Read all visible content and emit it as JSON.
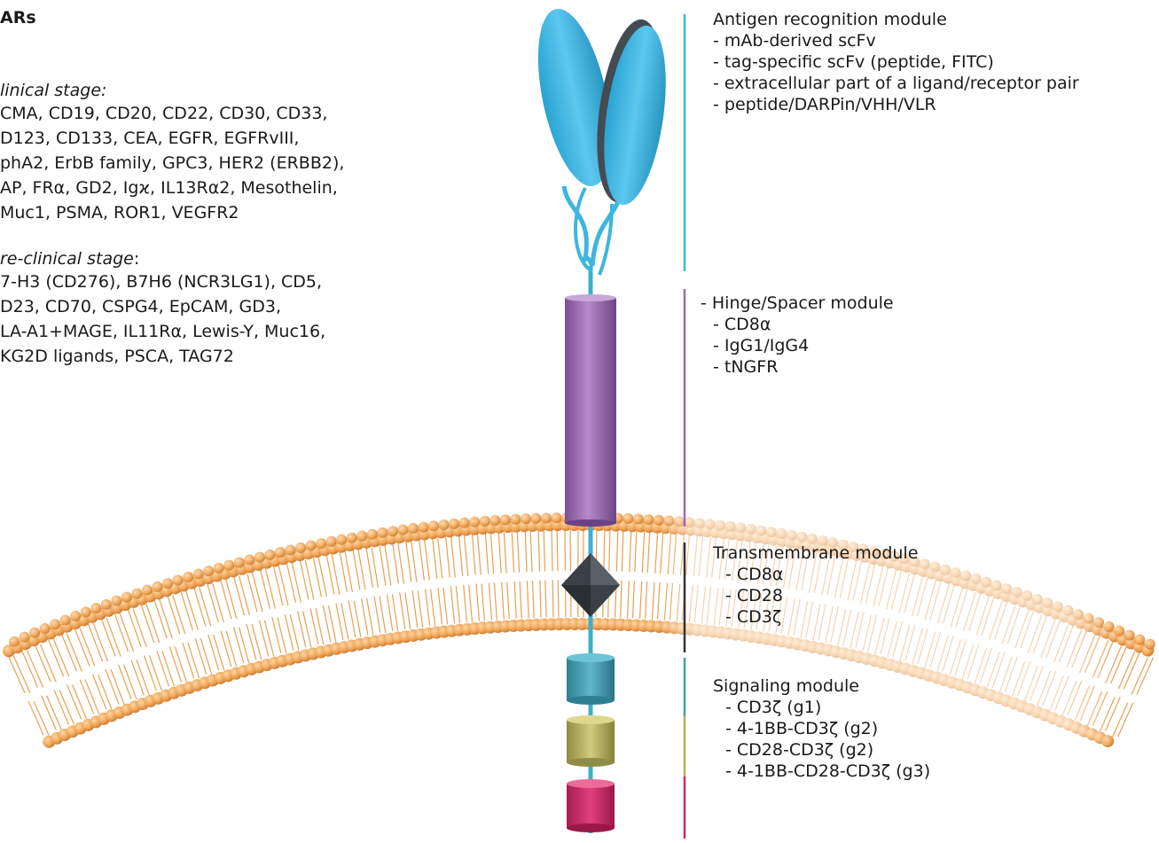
{
  "left": {
    "title": "ARs",
    "clinical_heading": "linical stage:",
    "clinical_lines": [
      "CMA, CD19, CD20, CD22, CD30, CD33,",
      "D123, CD133, CEA, EGFR, EGFRvIII,",
      "phA2, ErbB family, GPC3, HER2 (ERBB2),",
      "AP, FRα, GD2, Igϰ, IL13Rα2, Mesothelin,",
      "Muc1, PSMA, ROR1, VEGFR2"
    ],
    "preclinical_heading": "re-clinical stage",
    "preclinical_colon": ":",
    "preclinical_lines": [
      "7-H3 (CD276), B7H6 (NCR3LG1), CD5,",
      "D23, CD70, CSPG4, EpCAM, GD3,",
      "LA-A1+MAGE, IL11Rα, Lewis-Y, Muc16,",
      "KG2D ligands, PSCA, TAG72"
    ]
  },
  "modules": {
    "antigen": {
      "title": "Antigen recognition module",
      "items": [
        "- mAb-derived scFv",
        "- tag-specific scFv (peptide, FITC)",
        "- extracellular part of a ligand/receptor pair",
        "- peptide/DARPin/VHH/VLR"
      ],
      "color": "#3cb9d2"
    },
    "hinge": {
      "title": "- Hinge/Spacer module",
      "items": [
        "- CD8α",
        "- IgG1/IgG4",
        "- tNGFR"
      ],
      "color": "#9b6bb0"
    },
    "transmembrane": {
      "title": "Transmembrane module",
      "items": [
        "- CD8α",
        "- CD28",
        "- CD3ζ"
      ],
      "color": "#333333"
    },
    "signaling": {
      "title": "Signaling module",
      "items": [
        "- CD3ζ (g1)",
        "- 4-1BB-CD3ζ (g2)",
        "- CD28-CD3ζ (g2)",
        "- 4-1BB-CD28-CD3ζ (g3)"
      ],
      "colors": [
        "#4a9ab0",
        "#b3b061",
        "#d0286a"
      ]
    }
  },
  "colors": {
    "scfv": "#3db6e0",
    "hinge": "#9a68b0",
    "membrane_head": "#f0a658",
    "membrane_tail": "#e8a050",
    "tm_diamond": "#3a4046",
    "stalk": "#3fb0c9"
  }
}
